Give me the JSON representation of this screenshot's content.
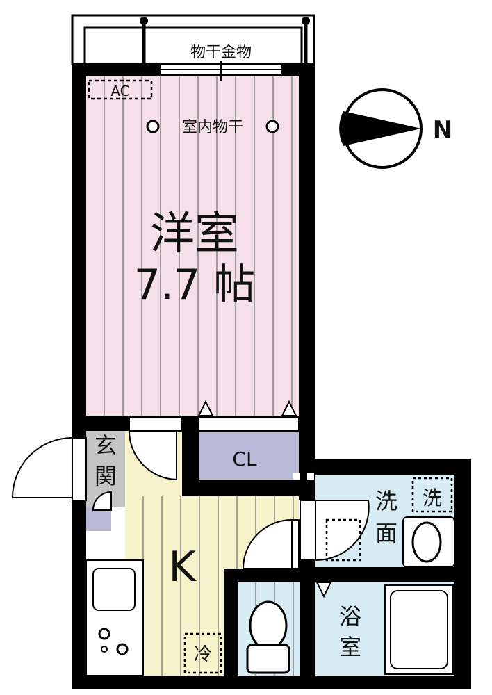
{
  "labels": {
    "balcony_hanger": "物干金物",
    "ac": "AC",
    "indoor_hanger": "室内物干",
    "western_room_name": "洋室",
    "western_room_size": "7.7 帖",
    "closet": "CL",
    "entrance": "玄関",
    "kitchen": "K",
    "fridge": "冷",
    "washroom_line1": "洗",
    "washroom_line2": "面",
    "washer": "洗",
    "bathroom_line1": "浴",
    "bathroom_line2": "室",
    "north": "N"
  },
  "colors": {
    "wall": "#000000",
    "western_room": "#f5dfe8",
    "kitchen": "#f6f2cc",
    "closet": "#b9b9d8",
    "entrance": "#c4c4c4",
    "wet_area": "#d6ecf2",
    "floor_line": "#555555"
  }
}
